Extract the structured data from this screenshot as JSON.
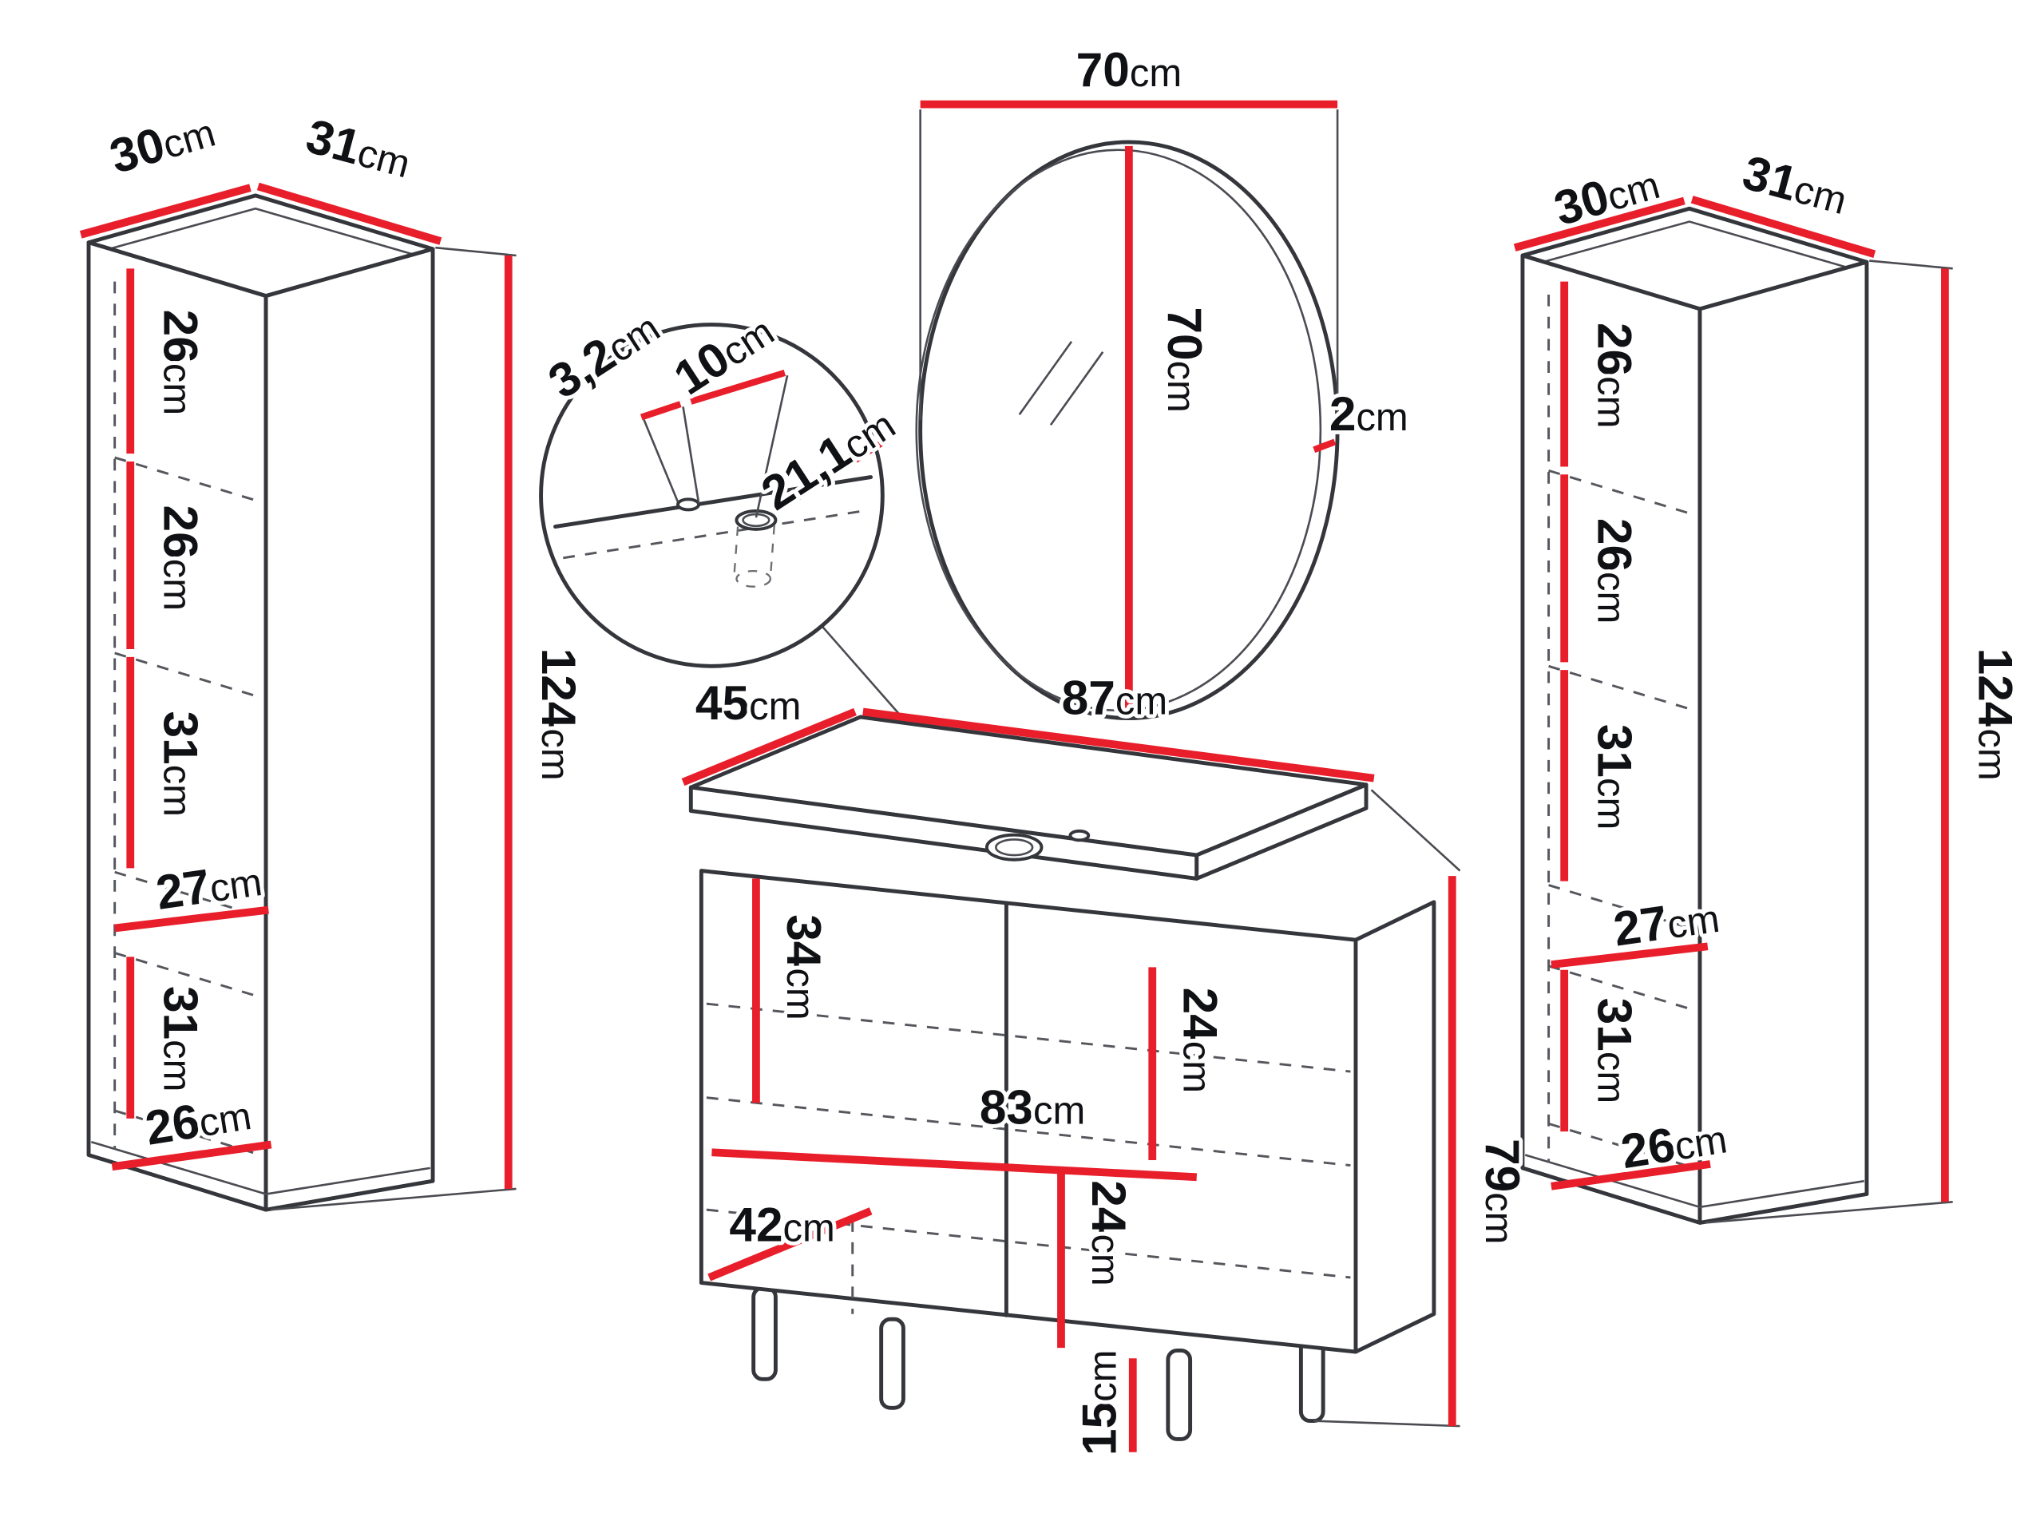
{
  "unit": "cm",
  "left_cabinet": {
    "top_width": {
      "v": "30",
      "u": "cm"
    },
    "top_depth": {
      "v": "31",
      "u": "cm"
    },
    "height": {
      "v": "124",
      "u": "cm"
    },
    "sections": [
      {
        "v": "26",
        "u": "cm"
      },
      {
        "v": "26",
        "u": "cm"
      },
      {
        "v": "31",
        "u": "cm"
      },
      {
        "v": "27",
        "u": "cm"
      },
      {
        "v": "31",
        "u": "cm"
      },
      {
        "v": "26",
        "u": "cm"
      }
    ]
  },
  "right_cabinet": {
    "top_width": {
      "v": "30",
      "u": "cm"
    },
    "top_depth": {
      "v": "31",
      "u": "cm"
    },
    "height": {
      "v": "124",
      "u": "cm"
    },
    "sections": [
      {
        "v": "26",
        "u": "cm"
      },
      {
        "v": "26",
        "u": "cm"
      },
      {
        "v": "31",
        "u": "cm"
      },
      {
        "v": "27",
        "u": "cm"
      },
      {
        "v": "31",
        "u": "cm"
      },
      {
        "v": "26",
        "u": "cm"
      }
    ]
  },
  "mirror": {
    "width": {
      "v": "70",
      "u": "cm"
    },
    "height": {
      "v": "70",
      "u": "cm"
    },
    "frame_depth": {
      "v": "2",
      "u": "cm"
    }
  },
  "faucet_detail": {
    "hole_diameter": {
      "v": "3,2",
      "u": "cm"
    },
    "hole_spacing": {
      "v": "10",
      "u": "cm"
    },
    "hole_offset": {
      "v": "21,1",
      "u": "cm"
    }
  },
  "vanity": {
    "depth": {
      "v": "45",
      "u": "cm"
    },
    "width": {
      "v": "87",
      "u": "cm"
    },
    "upper_compartment_height": {
      "v": "34",
      "u": "cm"
    },
    "upper_right_height": {
      "v": "24",
      "u": "cm"
    },
    "inner_width": {
      "v": "83",
      "u": "cm"
    },
    "lower_compartment_height": {
      "v": "24",
      "u": "cm"
    },
    "lower_inner_width": {
      "v": "42",
      "u": "cm"
    },
    "total_height": {
      "v": "79",
      "u": "cm"
    },
    "leg_height": {
      "v": "15",
      "u": "cm"
    }
  },
  "colors": {
    "dimension_red": "#e81f2b",
    "outline": "#34363b",
    "text": "#101114",
    "background": "#ffffff"
  }
}
